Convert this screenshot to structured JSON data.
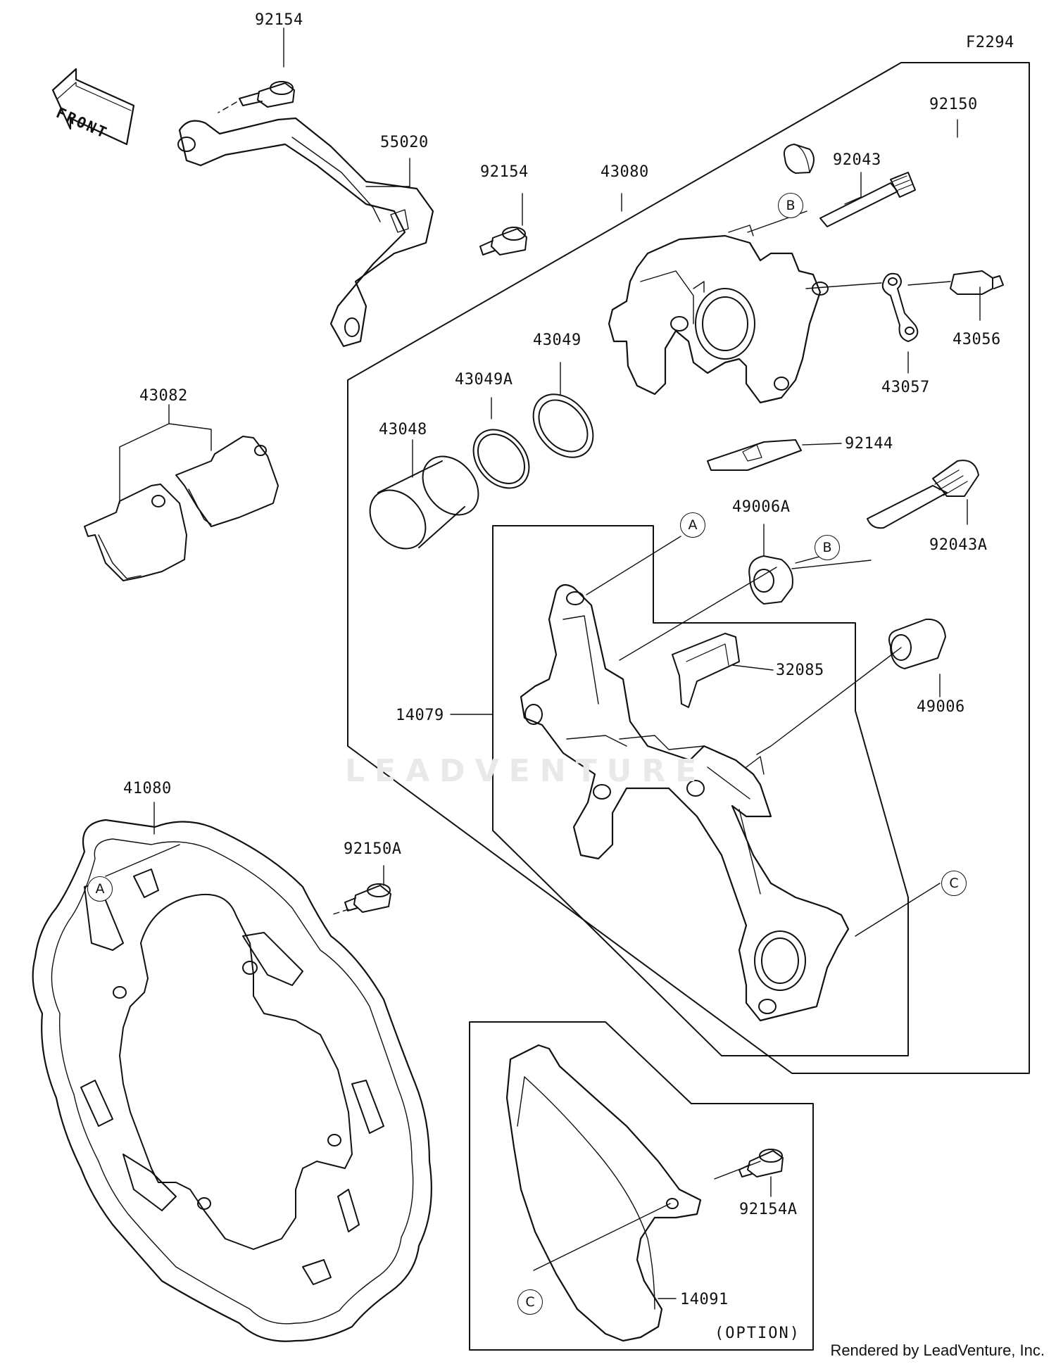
{
  "diagram": {
    "id": "F2294",
    "front_label": "FRONT",
    "parts": [
      {
        "no": "92154"
      },
      {
        "no": "55020"
      },
      {
        "no": "92154"
      },
      {
        "no": "43080"
      },
      {
        "no": "92150"
      },
      {
        "no": "92043"
      },
      {
        "no": "43056"
      },
      {
        "no": "43057"
      },
      {
        "no": "43082"
      },
      {
        "no": "43049"
      },
      {
        "no": "43049A"
      },
      {
        "no": "43048"
      },
      {
        "no": "92144"
      },
      {
        "no": "49006A"
      },
      {
        "no": "92043A"
      },
      {
        "no": "32085"
      },
      {
        "no": "14079"
      },
      {
        "no": "49006"
      },
      {
        "no": "41080"
      },
      {
        "no": "92150A"
      },
      {
        "no": "92154A"
      },
      {
        "no": "14091"
      }
    ],
    "refs": [
      "A",
      "B",
      "A",
      "B",
      "C",
      "C"
    ],
    "option_label": "(OPTION)",
    "watermark": "LEADVENTURE",
    "footer": "Rendered by LeadVenture, Inc."
  }
}
